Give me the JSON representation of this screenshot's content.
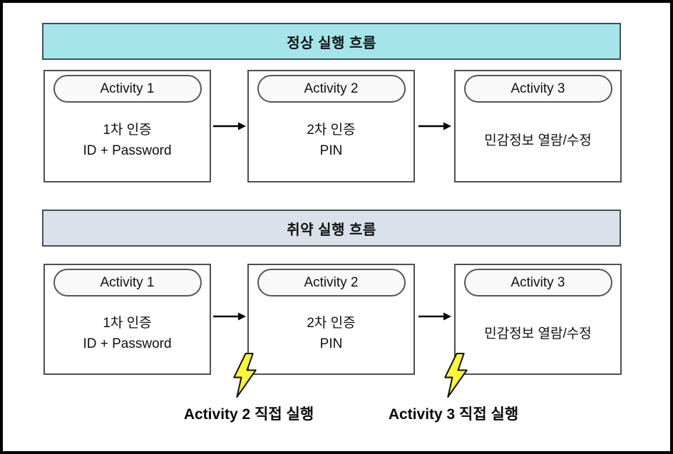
{
  "colors": {
    "normal_banner_bg": "#a5e5ea",
    "normal_banner_border": "#3b5457",
    "vulnerable_banner_bg": "#dae1eb",
    "vulnerable_banner_border": "#454e59",
    "box_border": "#4f4f4f",
    "arrow": "#000000",
    "bolt_fill": "#fdf53a",
    "bolt_stroke": "#141414",
    "text": "#111111"
  },
  "normal_flow": {
    "title": "정상 실행 흐름",
    "activities": [
      {
        "header": "Activity 1",
        "lines": [
          "1차 인증",
          "ID + Password"
        ]
      },
      {
        "header": "Activity 2",
        "lines": [
          "2차 인증",
          "PIN"
        ]
      },
      {
        "header": "Activity 3",
        "lines": [
          "민감정보 열람/수정"
        ]
      }
    ]
  },
  "vulnerable_flow": {
    "title": "취약 실행 흐름",
    "activities": [
      {
        "header": "Activity 1",
        "lines": [
          "1차 인증",
          "ID + Password"
        ]
      },
      {
        "header": "Activity 2",
        "lines": [
          "2차 인증",
          "PIN"
        ]
      },
      {
        "header": "Activity 3",
        "lines": [
          "민감정보 열람/수정"
        ]
      }
    ],
    "annotations": [
      {
        "label": "Activity 2 직접 실행"
      },
      {
        "label": "Activity 3 직접 실행"
      }
    ]
  }
}
